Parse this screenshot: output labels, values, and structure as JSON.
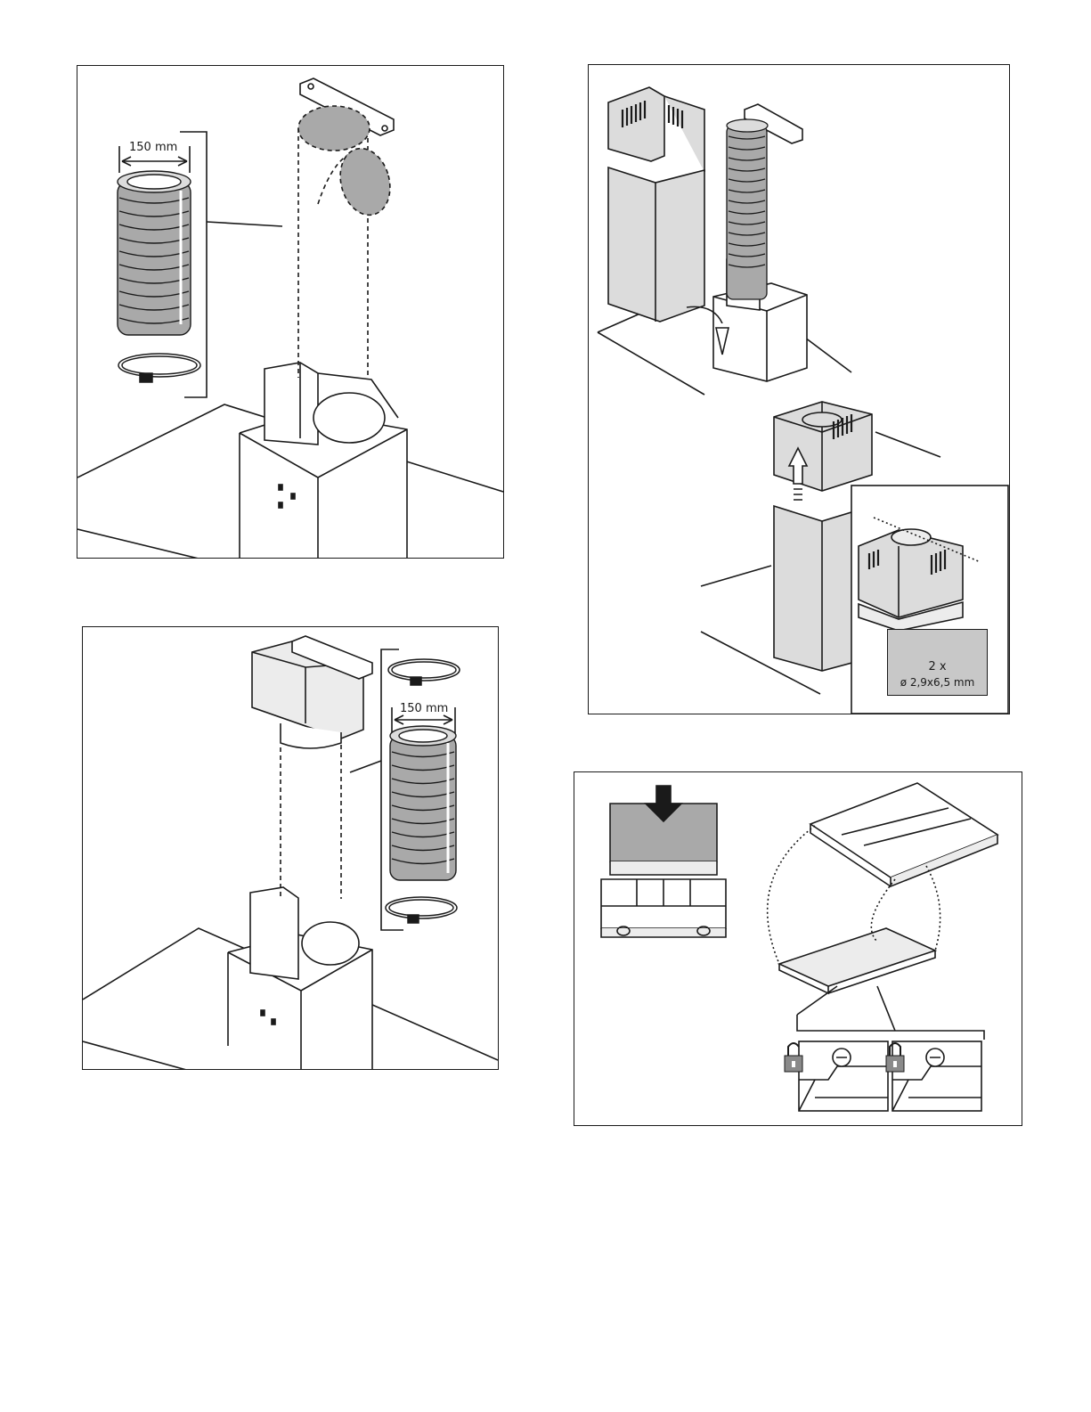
{
  "figures": {
    "fig1": {
      "dimension_label": "150 mm"
    },
    "fig2": {
      "dimension_label": "150 mm"
    },
    "fig3": {
      "quantity_label": "2 x",
      "screw_spec_label": "ø 2,9x6,5 mm"
    },
    "fig4": {
      "lock_states": [
        "unlocked-icon",
        "locked-icon"
      ]
    }
  },
  "colors": {
    "line": "#1a1a1a",
    "fill_grey": "#a9a9a9",
    "panel_grey": "#dcdcdc",
    "light_grey": "#ececec"
  }
}
